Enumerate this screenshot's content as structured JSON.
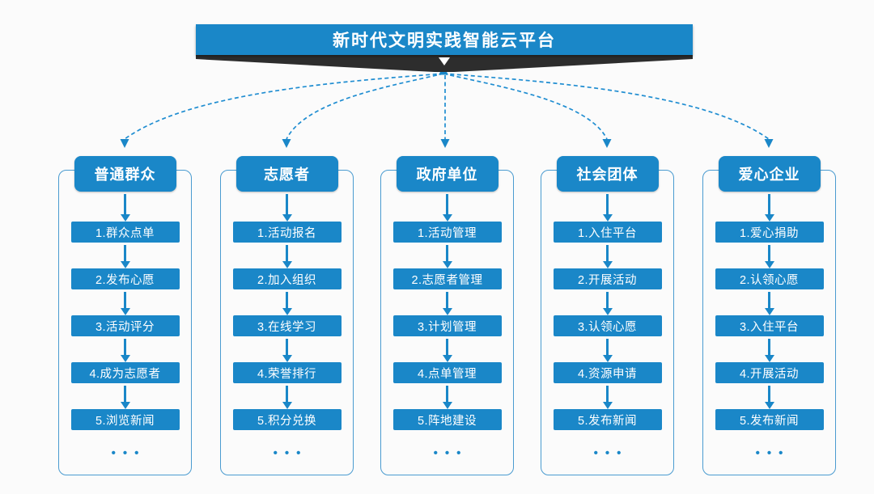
{
  "platform_banner": {
    "title": "新时代文明实践智能云平台"
  },
  "columns": [
    {
      "header": "普通群众",
      "items": [
        "1.群众点单",
        "2.发布心愿",
        "3.活动评分",
        "4.成为志愿者",
        "5.浏览新闻"
      ],
      "more": "•••"
    },
    {
      "header": "志愿者",
      "items": [
        "1.活动报名",
        "2.加入组织",
        "3.在线学习",
        "4.荣誉排行",
        "5.积分兑换"
      ],
      "more": "•••"
    },
    {
      "header": "政府单位",
      "items": [
        "1.活动管理",
        "2.志愿者管理",
        "3.计划管理",
        "4.点单管理",
        "5.阵地建设"
      ],
      "more": "•••"
    },
    {
      "header": "社会团体",
      "items": [
        "1.入住平台",
        "2.开展活动",
        "3.认领心愿",
        "4.资源申请",
        "5.发布新闻"
      ],
      "more": "•••"
    },
    {
      "header": "爱心企业",
      "items": [
        "1.爱心捐助",
        "2.认领心愿",
        "3.入住平台",
        "4.开展活动",
        "5.发布新闻"
      ],
      "more": "•••"
    }
  ],
  "colors": {
    "primary_blue": "#1a87c8",
    "connector_blue": "#1f8dd1",
    "outline_blue": "#4a9bd0",
    "ribbon_dark": "#2d2d2d",
    "background": "#fbfbfb",
    "text_white": "#ffffff"
  }
}
